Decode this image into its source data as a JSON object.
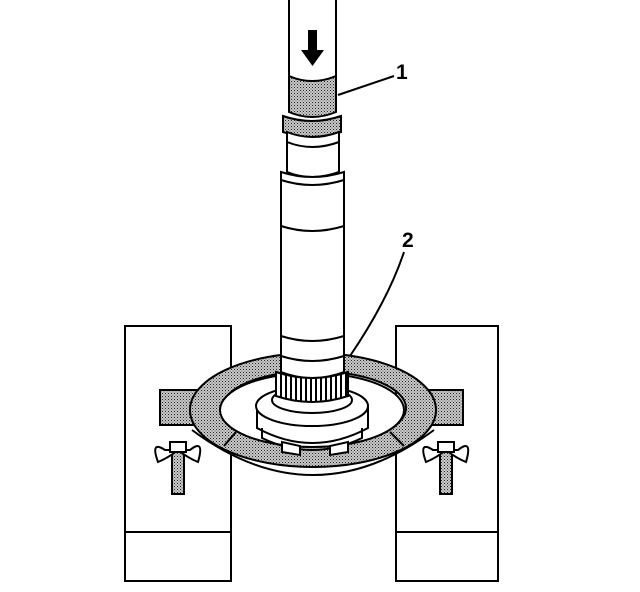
{
  "callouts": [
    {
      "id": "1",
      "label": "1"
    },
    {
      "id": "2",
      "label": "2"
    }
  ],
  "colors": {
    "stroke": "#000000",
    "background": "#ffffff",
    "stipple_fill": "#b5b5b5"
  },
  "icons": [
    "press-direction-arrow-icon",
    "wing-nut-icon"
  ]
}
